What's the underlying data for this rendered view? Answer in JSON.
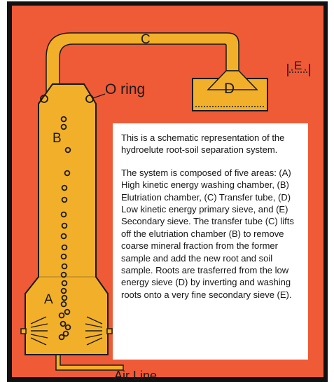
{
  "labels": {
    "c": "C",
    "d": "D",
    "e": "E",
    "o_ring": "O ring",
    "b": "B",
    "a": "A",
    "air_line": "Air Line"
  },
  "caption": {
    "paragraph_1": "This is a schematic representation of the hydroelute root-soil separation system.",
    "paragraph_2": "The system is composed of five areas: (A) High kinetic energy washing chamber, (B) Elutriation chamber, (C) Transfer tube, (D) Low kinetic energy primary sieve, and (E) Secondary sieve. The transfer tube (C) lifts off the elutriation chamber (B) to remove coarse mineral fraction from the former sample and add the new root and soil sample. Roots are trasferred from the low energy sieve (D) by inverting and washing roots onto a very fine secondary sieve (E)."
  },
  "colors": {
    "background": "#ef5a37",
    "apparatus": "#f2b02a",
    "outline": "#1a1a1a",
    "frame": "#111111"
  }
}
